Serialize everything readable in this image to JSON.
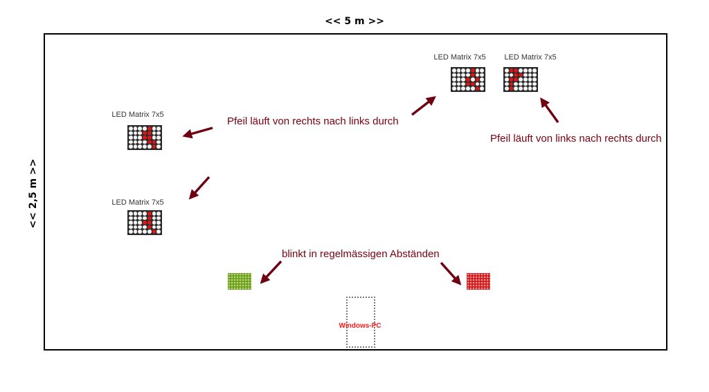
{
  "dimensions": {
    "width_label": "<< 5 m >>",
    "height_label": "<< 2,5 m >>"
  },
  "matrices": [
    {
      "label": "LED Matrix 7x5",
      "lit": [
        [
          4,
          0
        ],
        [
          4,
          1
        ],
        [
          3,
          1
        ],
        [
          3,
          2
        ],
        [
          4,
          2
        ],
        [
          4,
          3
        ],
        [
          5,
          3
        ],
        [
          5,
          4
        ]
      ]
    },
    {
      "label": "LED Matrix 7x5",
      "lit": [
        [
          4,
          0
        ],
        [
          4,
          1
        ],
        [
          3,
          2
        ],
        [
          4,
          2
        ],
        [
          4,
          3
        ],
        [
          5,
          4
        ]
      ]
    },
    {
      "label": "LED Matrix 7x5",
      "lit": [
        [
          4,
          0
        ],
        [
          4,
          1
        ],
        [
          3,
          2
        ],
        [
          5,
          2
        ],
        [
          4,
          3
        ],
        [
          3,
          3
        ],
        [
          5,
          4
        ]
      ]
    },
    {
      "label": "LED Matrix 7x5",
      "lit": [
        [
          1,
          0
        ],
        [
          2,
          0
        ],
        [
          2,
          1
        ],
        [
          3,
          1
        ],
        [
          1,
          2
        ],
        [
          2,
          2
        ],
        [
          1,
          3
        ],
        [
          1,
          4
        ]
      ]
    }
  ],
  "notes": {
    "right_to_left": "Pfeil läuft von rechts nach links durch",
    "left_to_right": "Pfeil läuft von links nach rechts durch",
    "blink": "blinkt in regelmässigen Abständen"
  },
  "blink_panels": {
    "left_color": "#6aa010",
    "right_color": "#d01818"
  },
  "pc": {
    "label": "Windows-PC"
  },
  "colors": {
    "arrow": "#6e0010",
    "note": "#7a0010",
    "pc_label": "#ff1a1a",
    "led_on": "#d81818"
  }
}
